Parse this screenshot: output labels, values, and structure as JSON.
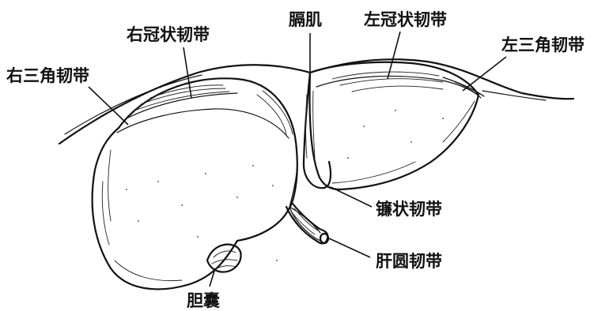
{
  "labels": {
    "right_coronary_ligament": "右冠状韧带",
    "diaphragm": "膈肌",
    "left_coronary_ligament": "左冠状韧带",
    "left_triangular_ligament": "左三角韧带",
    "right_triangular_ligament": "右三角韧带",
    "falciform_ligament": "镰状韧带",
    "round_ligament": "肝圆韧带",
    "gallbladder": "胆囊"
  }
}
